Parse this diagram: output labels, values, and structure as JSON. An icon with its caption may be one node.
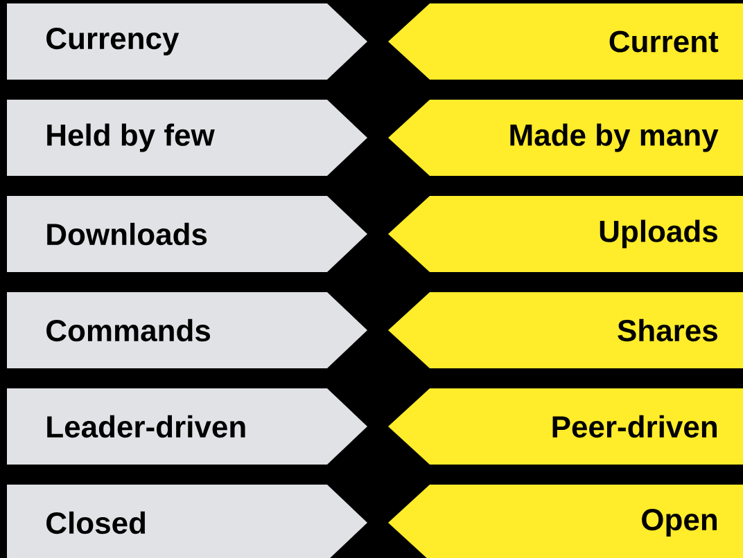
{
  "diagram": {
    "nodes": [
      {
        "text": [
          "Currency"
        ]
      },
      {
        "text": [
          "Current"
        ]
      },
      {
        "text": [
          "Held by few"
        ]
      },
      {
        "text": [
          "Made by many"
        ]
      },
      {
        "text": [
          "Downloads"
        ]
      },
      {
        "text": [
          "Uploads"
        ]
      },
      {
        "text": [
          "Commands"
        ]
      },
      {
        "text": [
          "Shares"
        ]
      },
      {
        "text": [
          "Leader-driven"
        ]
      },
      {
        "text": [
          "Peer-driven"
        ]
      },
      {
        "text": [
          "Closed"
        ]
      },
      {
        "text": [
          "Open"
        ]
      }
    ]
  }
}
